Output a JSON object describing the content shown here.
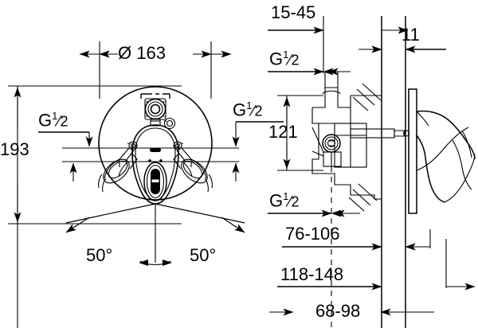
{
  "drawing": {
    "title": "Concealed single-lever bath/shower mixer — dimensioned technical drawing",
    "units": "mm",
    "line_color": "#000000",
    "background_color": "#ffffff",
    "views": [
      {
        "name": "front-view",
        "description": "Round wall escutcheon with lever handle and diverter"
      },
      {
        "name": "side-view",
        "description": "Section through valve body, wall plate and lever"
      }
    ]
  },
  "dimensions": {
    "diameter_label": "Ø 163",
    "height_193": "193",
    "height_121": "121",
    "depth_15_45": "15-45",
    "depth_11": "11",
    "depth_76_106": "76-106",
    "depth_118_148": "118-148",
    "depth_68_98": "68-98",
    "angle_left": "50°",
    "angle_right": "50°"
  },
  "thread_labels": {
    "g_letter": "G",
    "numerator": "1",
    "slash": "⁄",
    "denominator": "2",
    "front_left": "G 1/2",
    "front_right": "G 1/2",
    "side_top": "G 1/2",
    "side_bottom": "G 1/2"
  },
  "callouts": [
    {
      "name": "thread-front-left",
      "text": "G 1/2"
    },
    {
      "name": "thread-front-right",
      "text": "G 1/2"
    },
    {
      "name": "thread-side-upper",
      "text": "G 1/2"
    },
    {
      "name": "thread-side-lower",
      "text": "G 1/2"
    }
  ]
}
